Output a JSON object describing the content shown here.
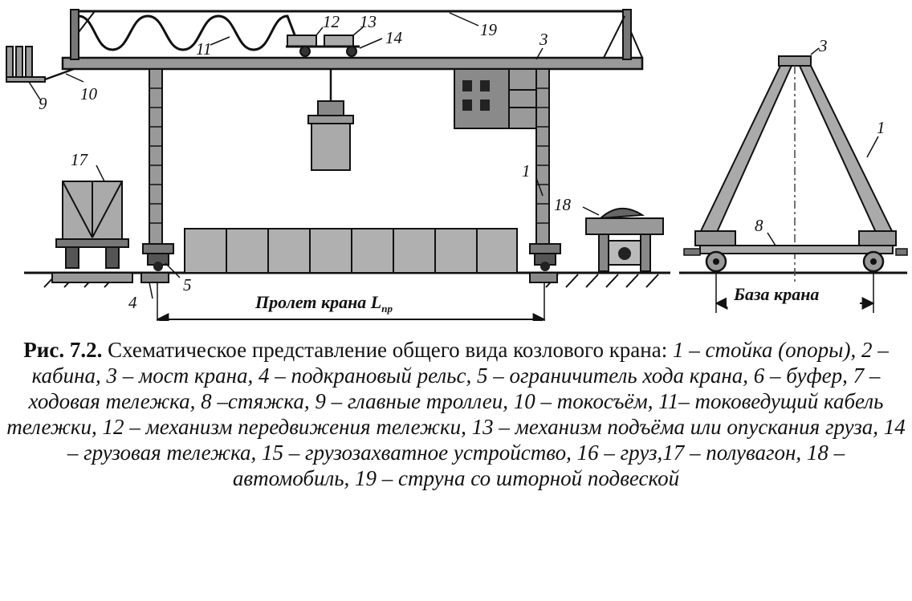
{
  "labels": {
    "n1": "1",
    "n3": "3",
    "n4": "4",
    "n5": "5",
    "n8": "8",
    "n9": "9",
    "n10": "10",
    "n11": "11",
    "n12": "12",
    "n13": "13",
    "n14": "14",
    "n17": "17",
    "n18": "18",
    "n19": "19"
  },
  "dimensions": {
    "span_label": "Пролет крана L",
    "span_subscript": "пр",
    "base_label": "База крана"
  },
  "caption": {
    "figure_label": "Рис. 7.2.",
    "title": "Схематическое представление общего вида козлового крана:",
    "legend_text": "1 – стойка (опоры), 2 – кабина, 3 – мост крана, 4 – подкрановый рельс, 5 – ограничитель хода крана, 6 – буфер, 7 – ходовая тележка, 8 –стяжка, 9 – главные троллеи, 10 – токосъём, 11– токоведущий кабель тележки, 12 – механизм передвижения тележки, 13 – механизм подъёма или опускания груза, 14 – грузовая тележка, 15 – грузозахватное устройство, 16 – груз,17 – полувагон, 18 – автомобиль, 19 – струна со шторной подвеской"
  }
}
